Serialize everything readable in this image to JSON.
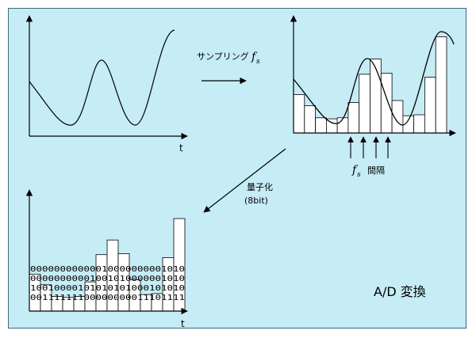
{
  "labels": {
    "sampling": "サンプリング",
    "fs_f": "f",
    "fs_sub": "s",
    "interval": "間隔",
    "quantize": "量子化",
    "bits": "(8bit)",
    "title": "A/D 変換",
    "axis_t": "t"
  },
  "samples": [
    0.38,
    0.27,
    0.15,
    0.14,
    0.15,
    0.3,
    0.58,
    0.73,
    0.59,
    0.32,
    0.17,
    0.18,
    0.55,
    0.95
  ],
  "binary_rows": [
    "00000000000010000000001010",
    "00000000001001010000001010",
    "10010000101010101000101010",
    "00111111100000000011101111"
  ],
  "colors": {
    "panel_bg": "#c6ecf6",
    "bar_fill": "#ffffff",
    "stroke": "#000000"
  }
}
